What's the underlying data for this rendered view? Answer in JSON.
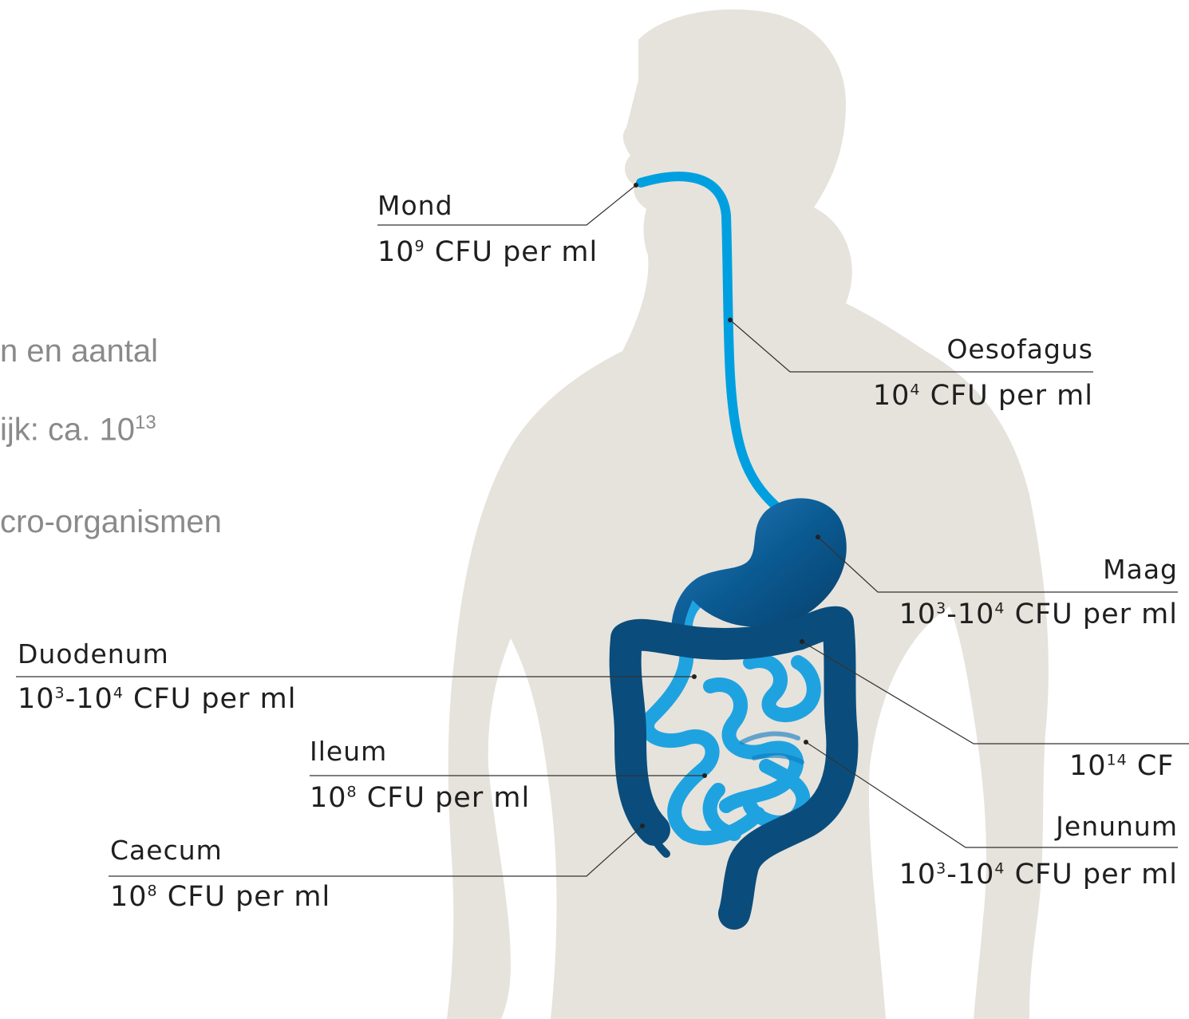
{
  "bullets": [
    {
      "text": "n en aantal",
      "sup": ""
    },
    {
      "text": "ijk: ca. 10",
      "sup": "13"
    },
    {
      "text": "cro-organismen",
      "sup": ""
    }
  ],
  "organs": {
    "mond": {
      "name": "Mond",
      "base": "10",
      "exp": "9",
      "unit": " CFU per ml"
    },
    "oesofagus": {
      "name": "Oesofagus",
      "base": "10",
      "exp": "4",
      "unit": " CFU per ml"
    },
    "maag": {
      "name": "Maag",
      "base": "10",
      "exp": "3",
      "dash": "-10",
      "exp2": "4",
      "unit": " CFU per ml"
    },
    "duodenum": {
      "name": "Duodenum",
      "base": "10",
      "exp": "3",
      "dash": "-10",
      "exp2": "4",
      "unit": " CFU per ml"
    },
    "colon": {
      "base": "10",
      "exp": "14",
      "unit": " CF"
    },
    "ileum": {
      "name": "Ileum",
      "base": "10",
      "exp": "8",
      "unit": " CFU per ml"
    },
    "jenunum": {
      "name": "Jenunum",
      "base": "10",
      "exp": "3",
      "dash": "-10",
      "exp2": "4",
      "unit": " CFU per ml"
    },
    "caecum": {
      "name": "Caecum",
      "base": "10",
      "exp": "8",
      "unit": " CFU per ml"
    }
  },
  "colors": {
    "body": "#e6e3dc",
    "tract_light": "#00a0e0",
    "tract_dark": "#0a4d7c",
    "leader": "#333333"
  }
}
